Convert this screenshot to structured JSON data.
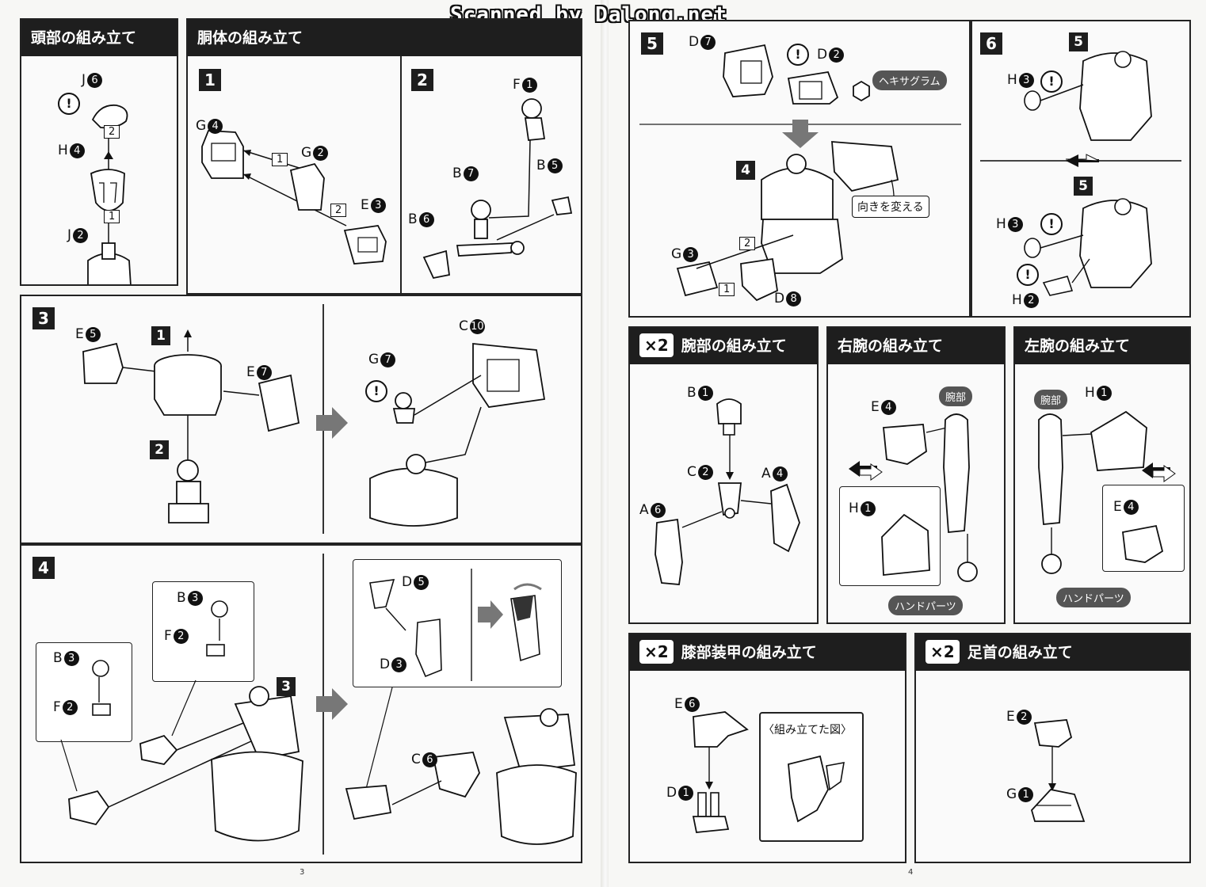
{
  "watermark": "Scanned by Dalong.net",
  "left_page": {
    "page_number": "3",
    "head": {
      "title": "頭部の組み立て",
      "parts": {
        "j6": "J",
        "j6n": "6",
        "h4": "H",
        "h4n": "4",
        "j2": "J",
        "j2n": "2"
      },
      "seq": [
        "2",
        "1"
      ]
    },
    "torso": {
      "title": "胴体の組み立て",
      "step1": {
        "num": "1",
        "g4": "G",
        "g4n": "4",
        "g2": "G",
        "g2n": "2",
        "e3": "E",
        "e3n": "3",
        "seq": [
          "1",
          "2"
        ]
      },
      "step2": {
        "num": "2",
        "f1": "F",
        "f1n": "1",
        "b7": "B",
        "b7n": "7",
        "b5": "B",
        "b5n": "5",
        "b6": "B",
        "b6n": "6"
      }
    },
    "step3": {
      "num": "3",
      "e5": "E",
      "e5n": "5",
      "e7": "E",
      "e7n": "7",
      "ref1": "1",
      "ref2": "2",
      "g7": "G",
      "g7n": "7",
      "c10": "C",
      "c10n": "10"
    },
    "step4": {
      "num": "4",
      "b3a": "B",
      "b3an": "3",
      "f2a": "F",
      "f2an": "2",
      "b3b": "B",
      "b3bn": "3",
      "f2b": "F",
      "f2bn": "2",
      "ref3": "3",
      "d5": "D",
      "d5n": "5",
      "d3": "D",
      "d3n": "3",
      "c6": "C",
      "c6n": "6"
    }
  },
  "right_page": {
    "page_number": "4",
    "step5": {
      "num": "5",
      "d7": "D",
      "d7n": "7",
      "d2": "D",
      "d2n": "2",
      "hex_label": "ヘキサグラム",
      "ref4": "4",
      "turn_label": "向きを変える",
      "g3": "G",
      "g3n": "3",
      "d8": "D",
      "d8n": "8",
      "seq": [
        "2",
        "1"
      ]
    },
    "step6": {
      "num": "6",
      "ref5a": "5",
      "h3a": "H",
      "h3an": "3",
      "ref5b": "5",
      "h3b": "H",
      "h3bn": "3",
      "h2": "H",
      "h2n": "2"
    },
    "arms": {
      "mult": "×2",
      "title": "腕部の組み立て",
      "b1": "B",
      "b1n": "1",
      "c2": "C",
      "c2n": "2",
      "a4": "A",
      "a4n": "4",
      "a6": "A",
      "a6n": "6"
    },
    "right_arm": {
      "title": "右腕の組み立て",
      "e4": "E",
      "e4n": "4",
      "arm_tag": "腕部",
      "h1": "H",
      "h1n": "1",
      "hand_tag": "ハンドパーツ"
    },
    "left_arm": {
      "title": "左腕の組み立て",
      "arm_tag": "腕部",
      "h1": "H",
      "h1n": "1",
      "e4": "E",
      "e4n": "4",
      "hand_tag": "ハンドパーツ"
    },
    "knee": {
      "mult": "×2",
      "title": "膝部装甲の組み立て",
      "e6": "E",
      "e6n": "6",
      "d1": "D",
      "d1n": "1",
      "assembled": "〈組み立てた図〉"
    },
    "ankle": {
      "mult": "×2",
      "title": "足首の組み立て",
      "e2": "E",
      "e2n": "2",
      "g1": "G",
      "g1n": "1"
    }
  }
}
